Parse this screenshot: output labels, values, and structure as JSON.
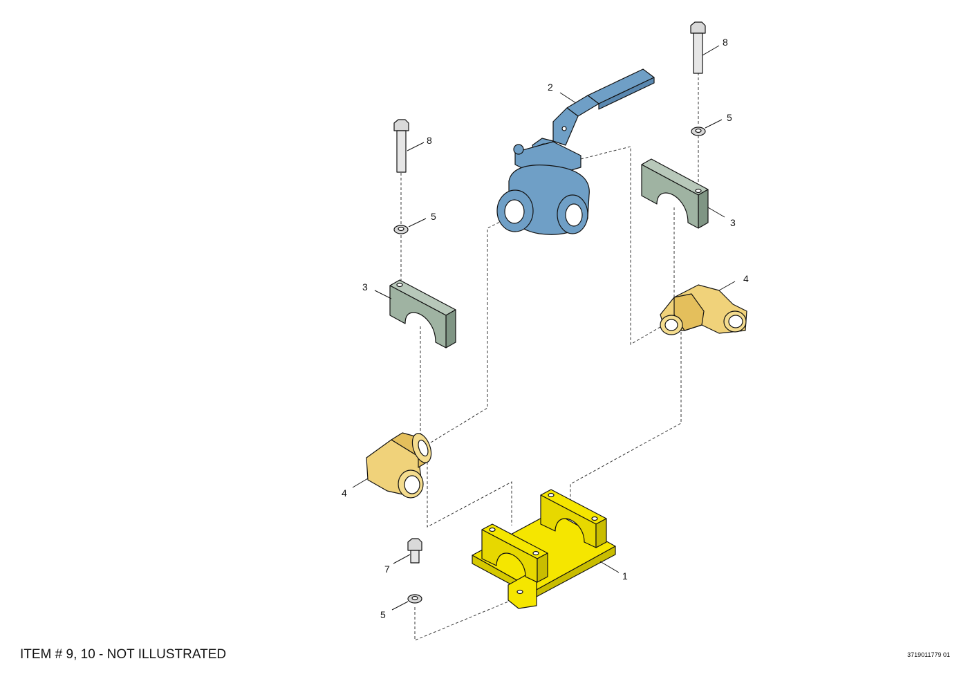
{
  "footer": {
    "note": "ITEM # 9, 10 - NOT ILLUSTRATED",
    "drawing_number": "3719011779 01"
  },
  "callouts": {
    "base": "1",
    "valve": "2",
    "clamp_left": "3",
    "clamp_right": "3",
    "elbow_left": "4",
    "elbow_right": "4",
    "washer_left_top": "5",
    "washer_right_top": "5",
    "washer_bottom": "5",
    "screw_short": "7",
    "bolt_left": "8",
    "bolt_right": "8"
  },
  "parts": [
    {
      "item": "1",
      "name": "base",
      "color": "#f5e600"
    },
    {
      "item": "2",
      "name": "ball-valve",
      "color": "#6f9fc6"
    },
    {
      "item": "3",
      "name": "pipe-clamp",
      "color": "#9fb3a2"
    },
    {
      "item": "4",
      "name": "elbow-fitting",
      "color": "#f0d27a"
    },
    {
      "item": "5",
      "name": "washer",
      "color": "#d6d6d6"
    },
    {
      "item": "7",
      "name": "short-screw",
      "color": "#d6d6d6"
    },
    {
      "item": "8",
      "name": "long-bolt",
      "color": "#d6d6d6"
    }
  ]
}
